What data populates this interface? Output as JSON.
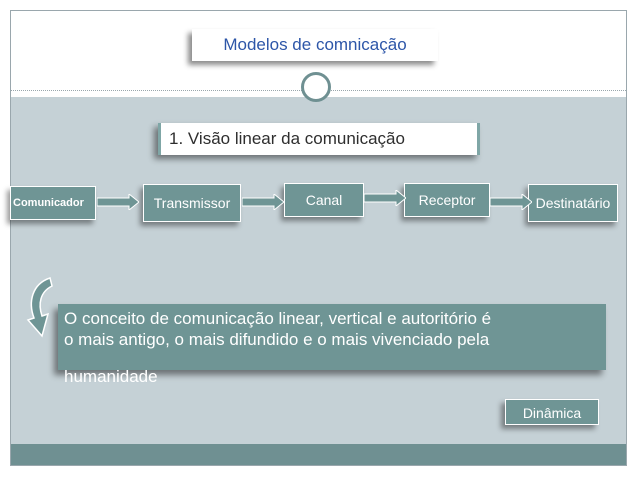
{
  "slide": {
    "title": "Modelos de comnicação",
    "subtitle": "1. Visão linear da comunicação",
    "flow": [
      {
        "label": "Comunicador"
      },
      {
        "label": "Transmissor"
      },
      {
        "label": "Canal"
      },
      {
        "label": "Receptor"
      },
      {
        "label": "Destinatário"
      }
    ],
    "description_line1": "O conceito de comunicação linear, vertical e autoritório é",
    "description_line2": "o mais antigo, o mais difundido e o mais vivenciado pela",
    "description_line3": "humanidade",
    "button_label": "Dinâmica"
  },
  "colors": {
    "accent": "#6f9595",
    "band": "#c5d1d6",
    "dark_band": "#6f9092",
    "title_text": "#2d56a8"
  },
  "icons": {
    "circle": "circle-ornament-icon",
    "curve": "curved-arrow-icon",
    "flow_arrow": "right-arrow-icon"
  }
}
